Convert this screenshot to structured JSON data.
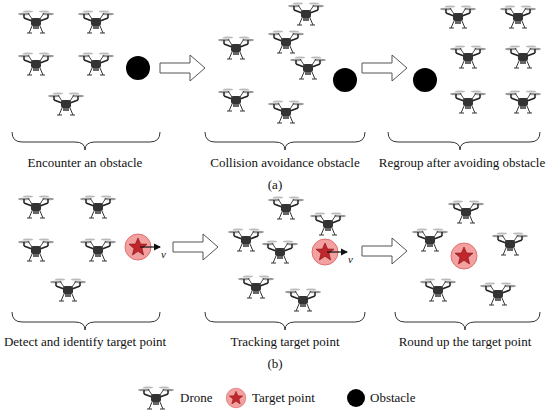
{
  "diagram": {
    "labels": [
      "Encounter an obstacle",
      "Collision avoidance obstacle",
      "Regroup after avoiding obstacle",
      "(a)",
      "Detect and identify target point",
      "Tracking target point",
      "Round up the target point",
      "(b)",
      "v",
      "v"
    ],
    "legend": [
      {
        "text": "Drone"
      },
      {
        "text": "Target point"
      },
      {
        "text": "Obstacle"
      }
    ]
  }
}
